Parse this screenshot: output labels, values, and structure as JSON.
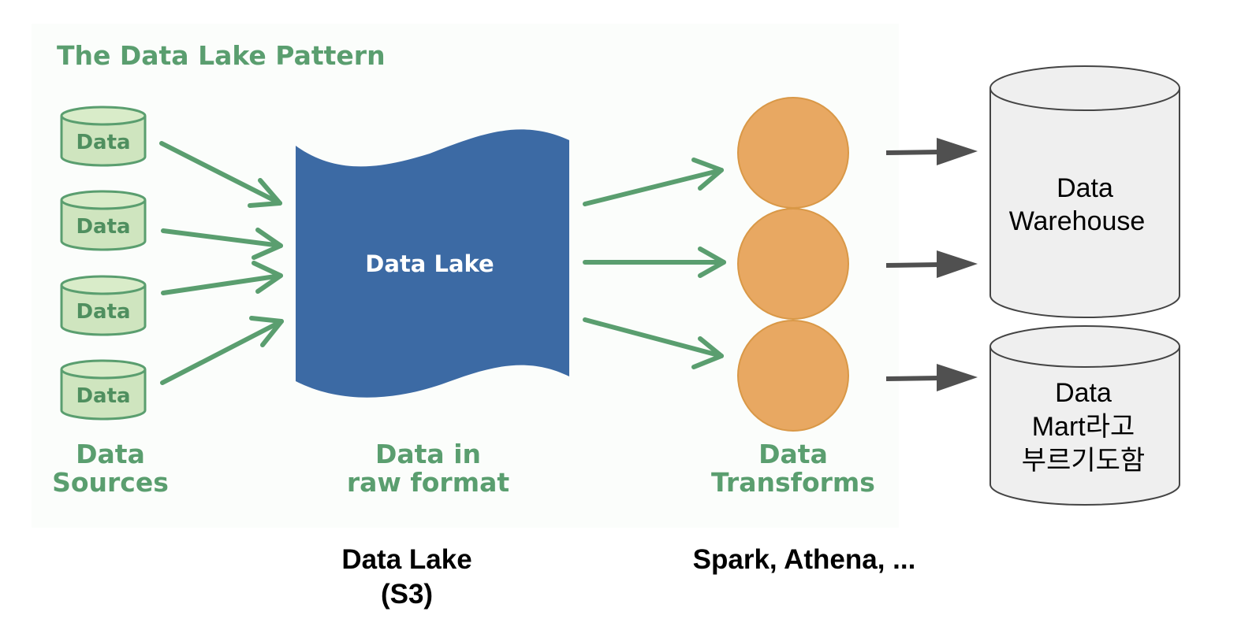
{
  "title": "The Data Lake Pattern",
  "sources": {
    "items": [
      "Data",
      "Data",
      "Data",
      "Data"
    ],
    "label_lines": [
      "Data",
      "Sources"
    ]
  },
  "lake": {
    "label": "Data Lake",
    "caption_lines": [
      "Data in",
      "raw format"
    ]
  },
  "transforms": {
    "caption_lines": [
      "Data",
      "Transforms"
    ]
  },
  "warehouse": {
    "label_lines": [
      "Data",
      "Warehouse"
    ]
  },
  "mart": {
    "label_lines": [
      "Data",
      "Mart라고",
      "부르기도함"
    ]
  },
  "bottom": {
    "lake_lines": [
      "Data Lake",
      "(S3)"
    ],
    "engines": "Spark, Athena, ..."
  },
  "colors": {
    "green": "#5a9e6f",
    "cylinder_fill": "#cfe5bf",
    "lake_blue": "#3c6aa4",
    "transform_orange": "#e8a862",
    "dark_arrow": "#505050",
    "db_fill": "#efefef"
  }
}
